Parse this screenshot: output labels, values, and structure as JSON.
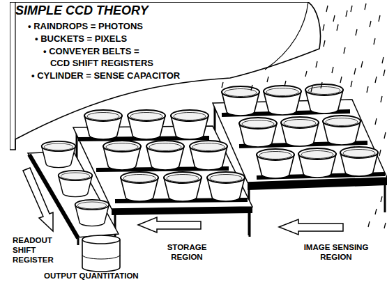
{
  "diagram": {
    "nodes": [
      {
        "text": [
          "SIMPLE CCD THEORY",
          "• RAINDROPS = PHOTONS",
          "• BUCKETS = PIXELS",
          "• CONVEYER BELTS = CCD SHIFT REGISTERS",
          "• CYLINDER = SENSE CAPACITOR"
        ]
      }
    ],
    "labels": [
      "READOUT SHIFT REGISTER",
      "STORAGE REGION",
      "IMAGE SENSING REGION",
      "OUTPUT QUANTITATION"
    ]
  }
}
